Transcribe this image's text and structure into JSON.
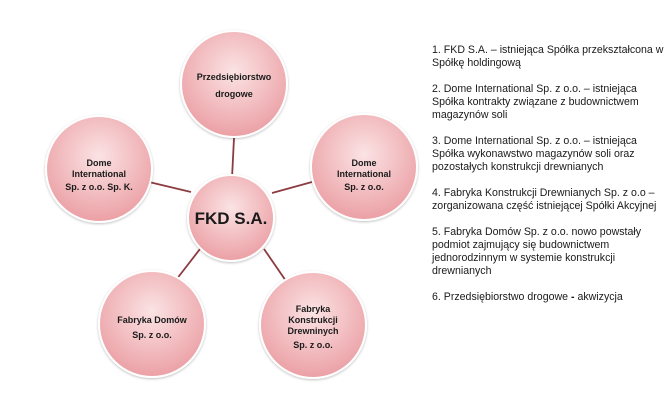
{
  "diagram": {
    "center": {
      "lines": [
        "FKD S.A."
      ]
    },
    "satellites": [
      {
        "lines": [
          "Przedsiębiorstwo",
          "drogowe"
        ]
      },
      {
        "lines": [
          "Dome",
          "International",
          "Sp. z o.o."
        ]
      },
      {
        "lines": [
          "Fabryka",
          "Konstrukcji",
          "Drewninych",
          "Sp. z o.o."
        ]
      },
      {
        "lines": [
          "Fabryka Domów",
          "Sp. z o.o."
        ]
      },
      {
        "lines": [
          "Dome",
          "International",
          "Sp. z o.o. Sp. K."
        ]
      }
    ]
  },
  "notes": [
    {
      "text": "1. FKD S.A. – istniejąca Spółka przekształcona w Spółkę holdingową"
    },
    {
      "text": "2. Dome International Sp. z o.o. – istniejąca Spółka kontrakty związane z budownictwem magazynów soli"
    },
    {
      "text": "3. Dome International Sp. z o.o. – istniejąca Spółka wykonawstwo magazynów soli oraz pozostałych konstrukcji drewnianych"
    },
    {
      "text": "4. Fabryka Konstrukcji Drewnianych Sp. z o.o – zorganizowana część istniejącej Spółki Akcyjnej"
    },
    {
      "text": "5. Fabryka Domów Sp. z o.o. nowo powstały podmiot zajmujący się budownictwem jednorodzinnym w systemie konstrukcji drewnianych"
    },
    {
      "text": "6. Przedsiębiorstwo drogowe",
      "suffix_bold": " - ",
      "suffix": "akwizycja"
    }
  ],
  "colors": {
    "node_fill_light": "#fbe3e4",
    "node_fill_dark": "#eba0a5",
    "node_stroke": "#ffffff",
    "connector": "#8c3b40"
  }
}
